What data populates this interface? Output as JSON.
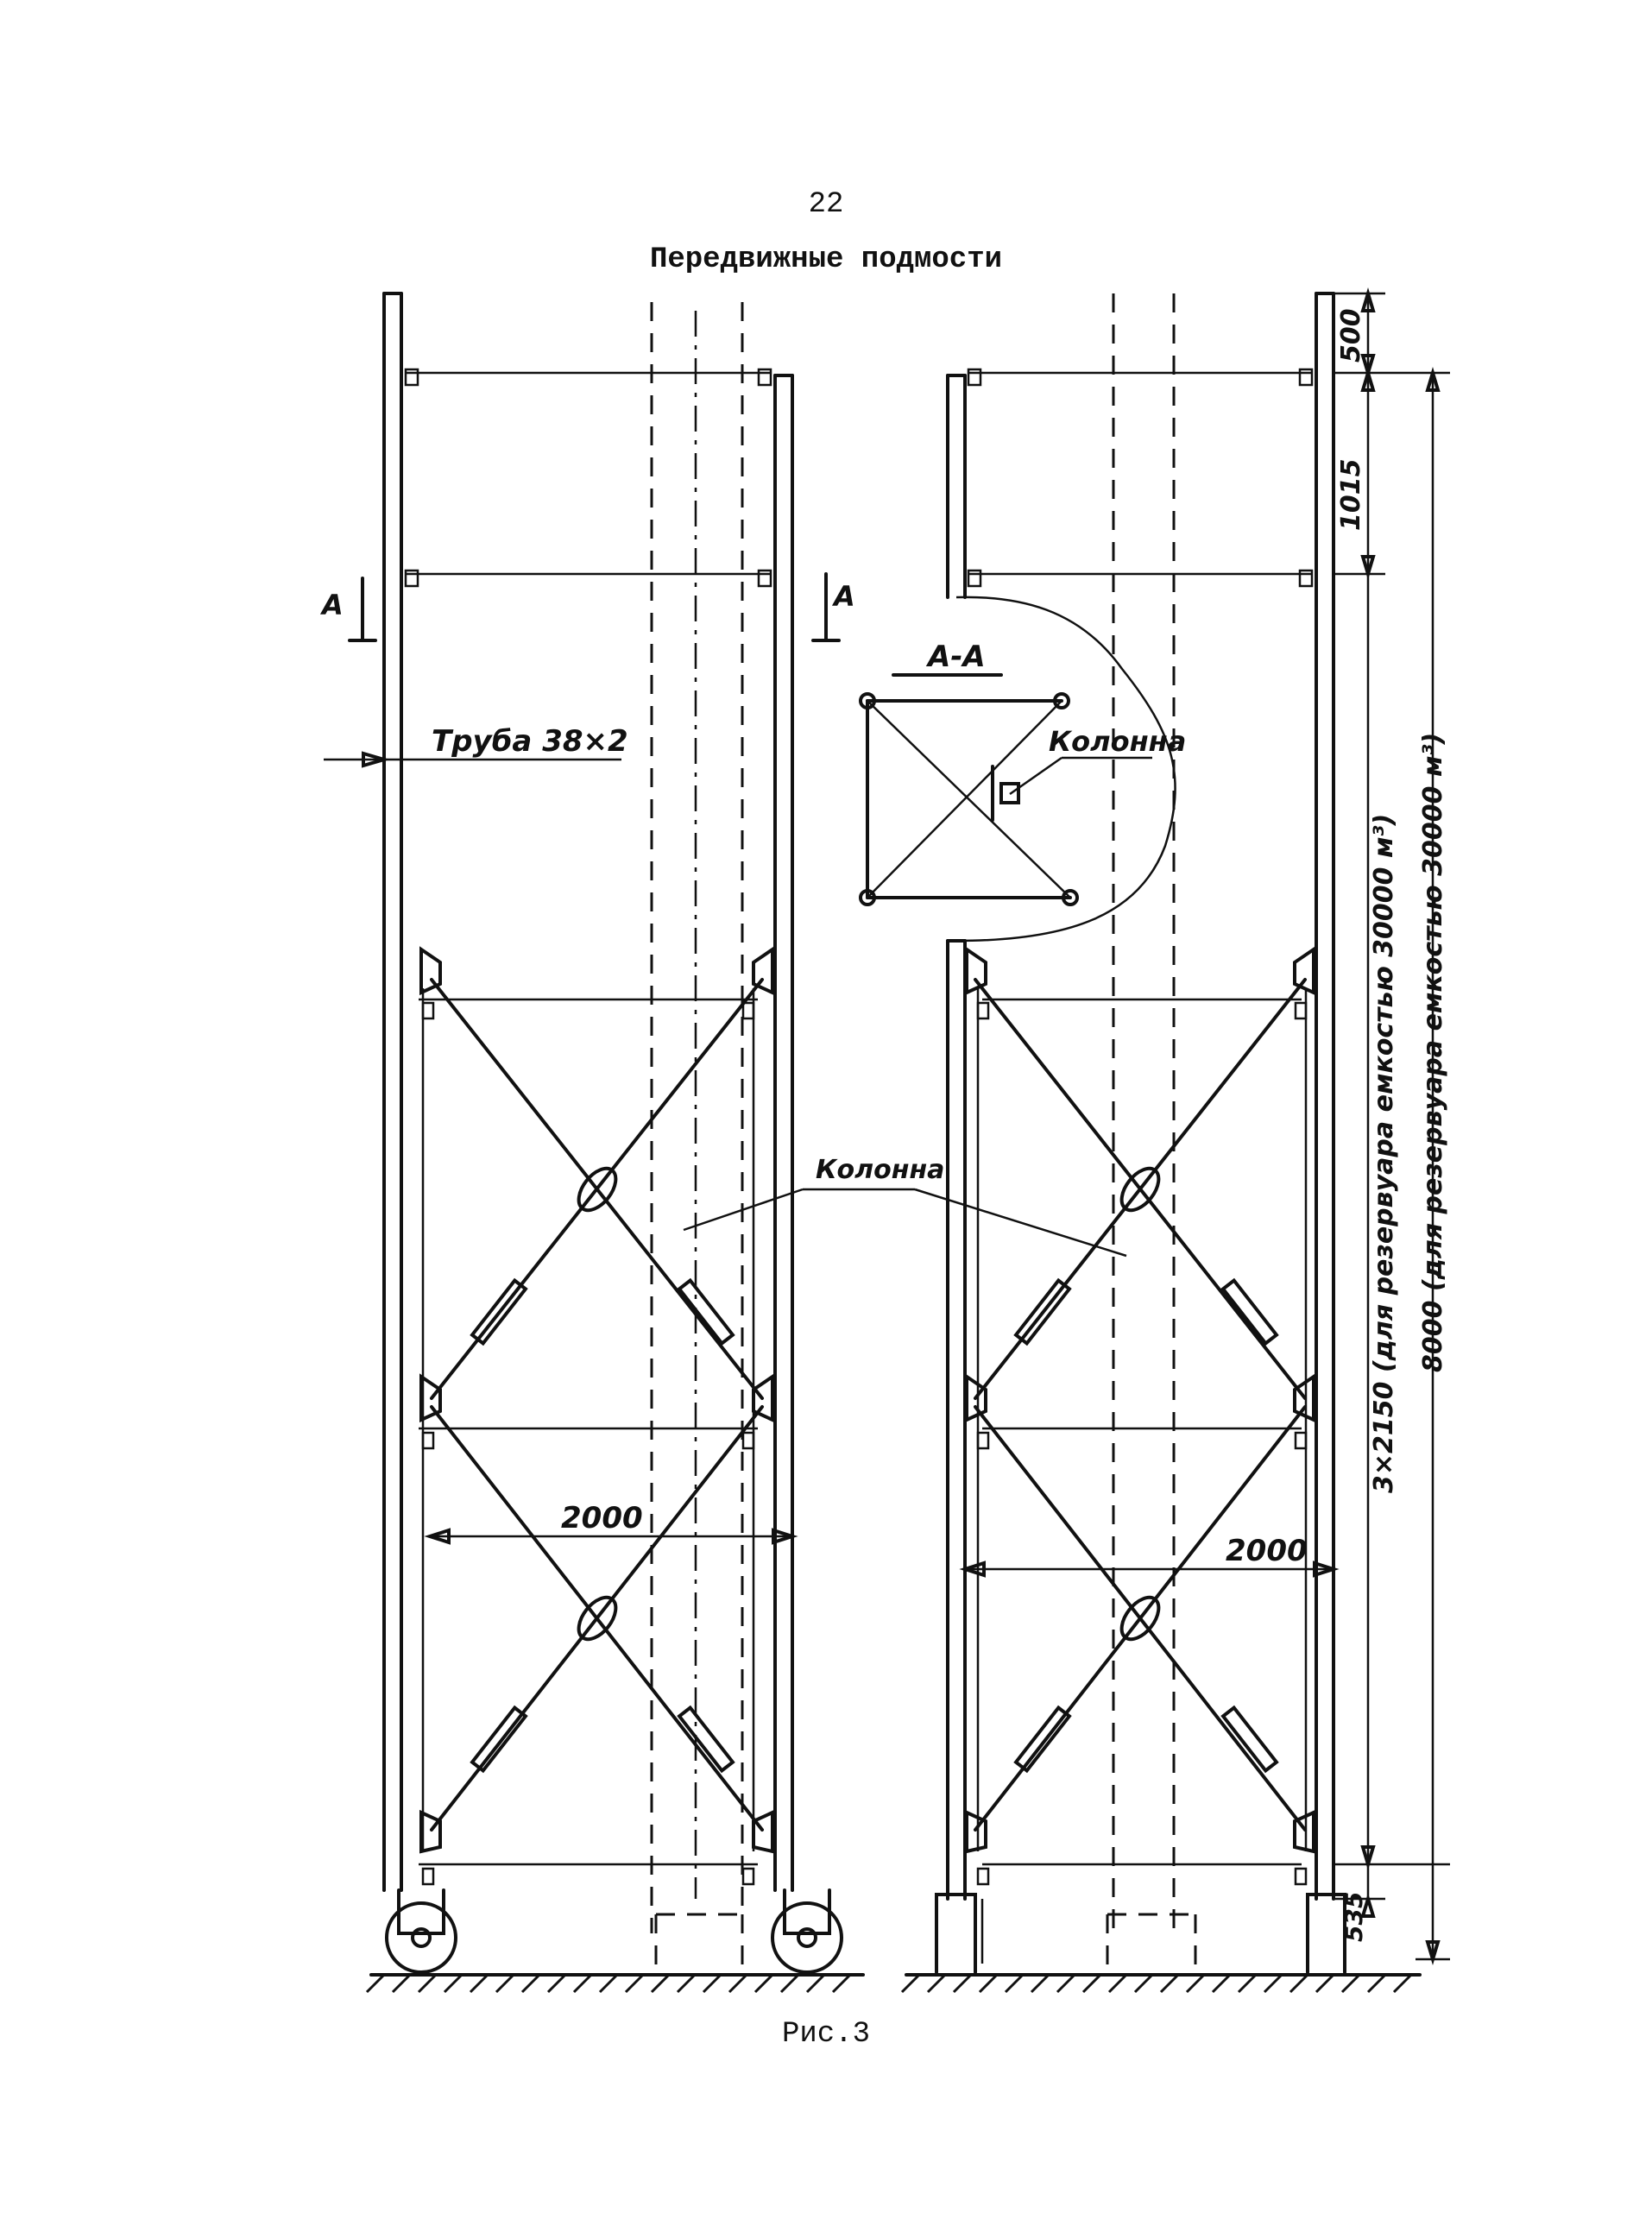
{
  "page_number": "22",
  "title": "Передвижные подмости",
  "caption": "Рис.3",
  "labels": {
    "section_mark": "А",
    "section_view": "А-А",
    "pipe": "Труба 38×2",
    "column_section": "Колонна",
    "column_main": "Колонна",
    "width_left": "2000",
    "width_right": "2000",
    "dim_top": "500",
    "dim_upper": "1015",
    "dim_bottom": "535",
    "dim_tiers": "3×2150 (для резервуара емкостью 30000 м³)",
    "dim_total": "8000 (для резервуара емкостью 30000 м³)"
  }
}
